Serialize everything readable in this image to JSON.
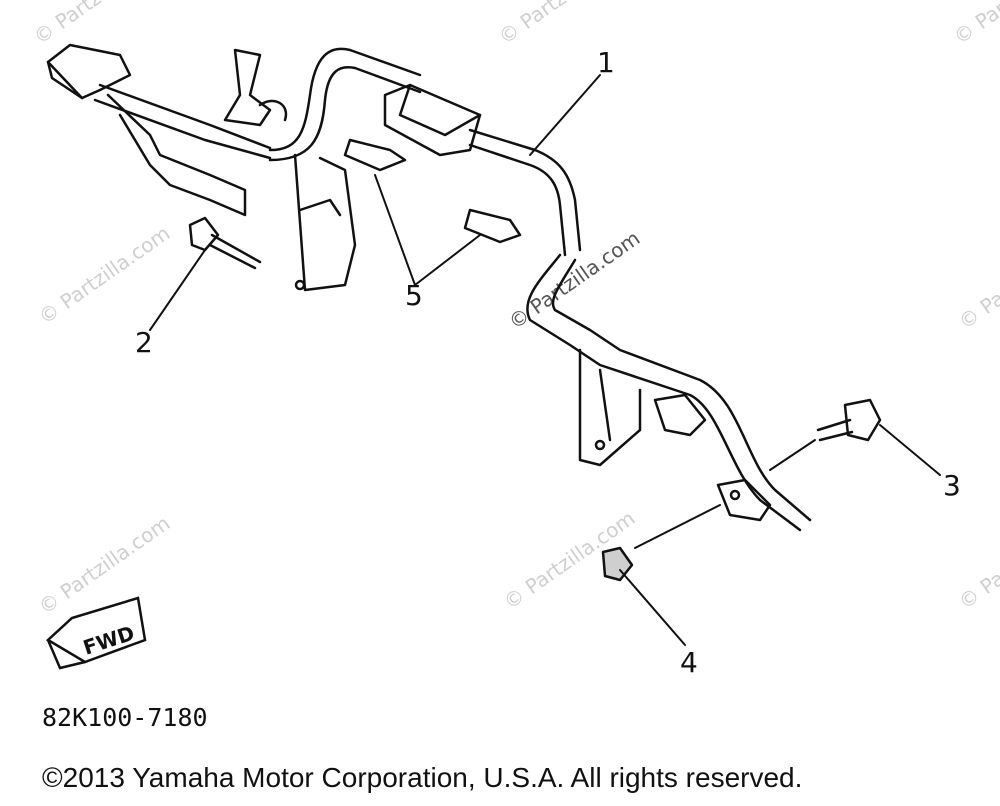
{
  "callouts": [
    "1",
    "2",
    "3",
    "4",
    "5"
  ],
  "direction_label": "FWD",
  "watermark": "© Partzilla.com",
  "part_number": "82K100-7180",
  "copyright": "©2013 Yamaha Motor Corporation, U.S.A. All rights reserved."
}
